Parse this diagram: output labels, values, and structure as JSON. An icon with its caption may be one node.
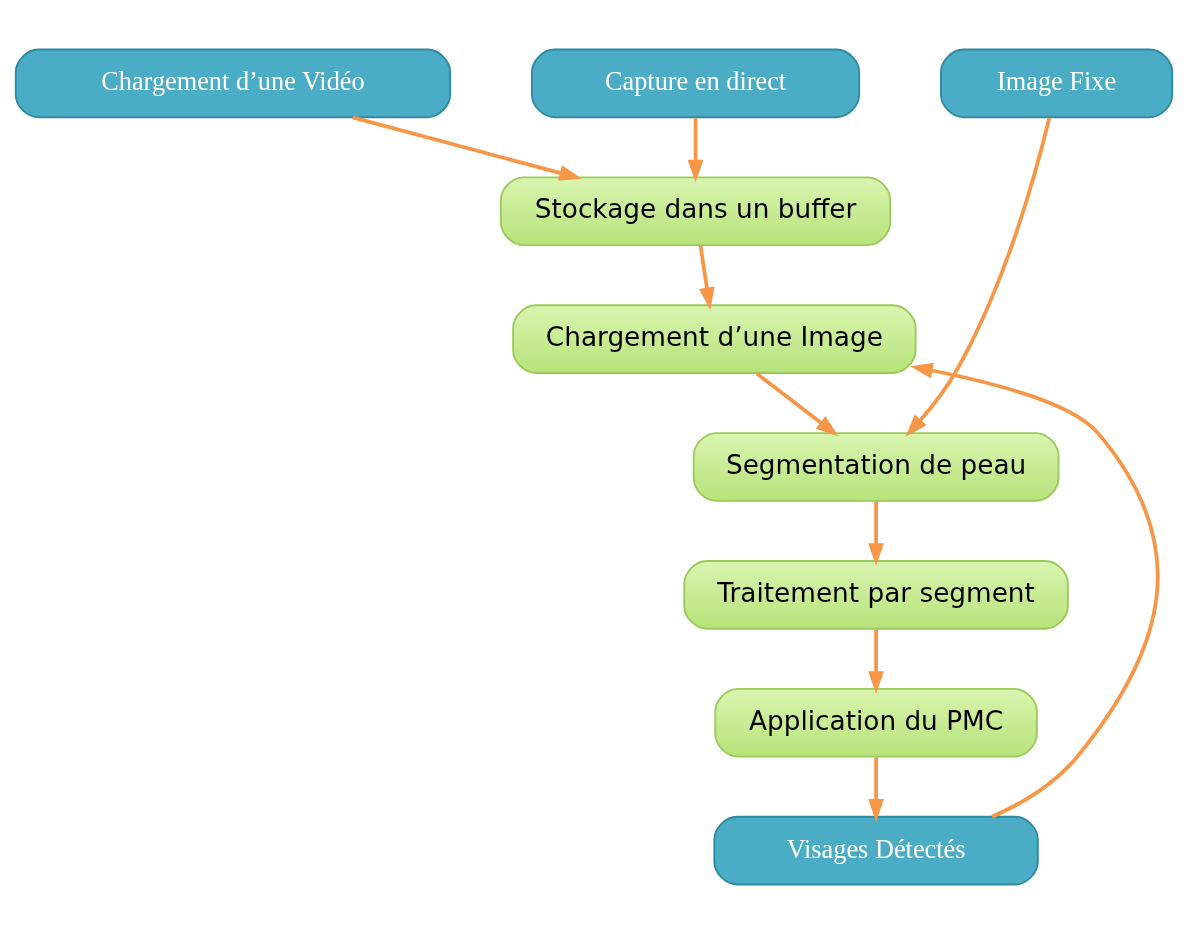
{
  "diagram": {
    "nodes": [
      {
        "text": [
          "Chargement d’une Vidéo"
        ]
      },
      {
        "text": [
          "Capture en direct"
        ]
      },
      {
        "text": [
          "Image Fixe"
        ]
      },
      {
        "text": [
          "Stockage dans un buffer"
        ]
      },
      {
        "text": [
          "Chargement d’une Image"
        ]
      },
      {
        "text": [
          "Segmentation de peau"
        ]
      },
      {
        "text": [
          "Traitement par segment"
        ]
      },
      {
        "text": [
          "Application du PMC"
        ]
      },
      {
        "text": [
          "Visages Détectés"
        ]
      }
    ],
    "edges": [
      {
        "from": 0,
        "to": 3,
        "arrow": "to"
      },
      {
        "from": 1,
        "to": 3,
        "arrow": "to"
      },
      {
        "from": 2,
        "to": 5,
        "arrow": "to"
      },
      {
        "from": 3,
        "to": 4,
        "arrow": "to"
      },
      {
        "from": 4,
        "to": 5,
        "arrow": "to"
      },
      {
        "from": 5,
        "to": 6,
        "arrow": "to"
      },
      {
        "from": 6,
        "to": 7,
        "arrow": "to"
      },
      {
        "from": 7,
        "to": 8,
        "arrow": "to"
      },
      {
        "from": 8,
        "to": 4,
        "arrow": "to"
      }
    ]
  }
}
